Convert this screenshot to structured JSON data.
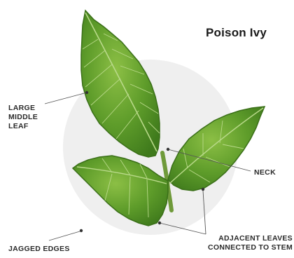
{
  "title": "Poison Ivy",
  "labels": {
    "large_middle_leaf": [
      "LARGE",
      "MIDDLE",
      "LEAF"
    ],
    "neck": "NECK",
    "jagged_edges": "JAGGED EDGES",
    "adjacent_leaves": [
      "ADJACENT LEAVES",
      "CONNECTED TO STEM"
    ]
  },
  "colors": {
    "leaf_dark": "#3f7a1c",
    "leaf_mid": "#5e9c2a",
    "leaf_light": "#8cbf45",
    "circle_bg": "#efefef",
    "text": "#2a2a2a"
  }
}
